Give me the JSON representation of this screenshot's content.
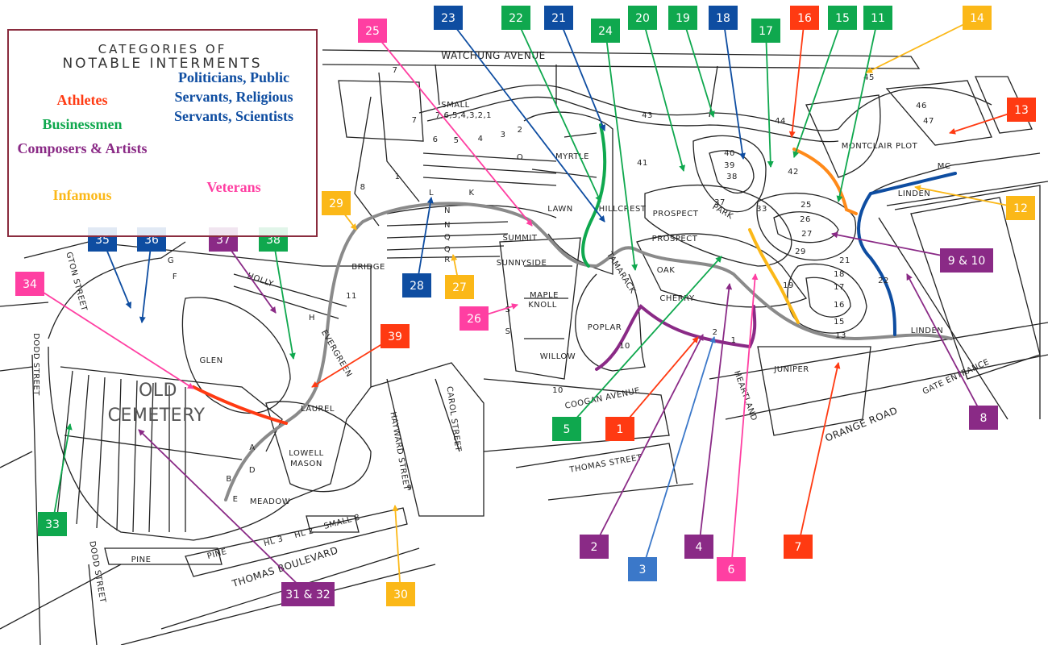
{
  "legend": {
    "title_line1": "Categories of",
    "title_line2": "Notable Interments",
    "categories": [
      {
        "key": "athletes",
        "label": "Athletes",
        "color": "#ff3a12"
      },
      {
        "key": "businessmen",
        "label": "Businessmen",
        "color": "#0fa84e"
      },
      {
        "key": "composers",
        "label": "Composers & Artists",
        "color": "#8a2a86"
      },
      {
        "key": "infamous",
        "label": "Infamous",
        "color": "#fbb818"
      },
      {
        "key": "politicians",
        "label": "Politicians, Public Servants, Religious Servants, Scientists",
        "color": "#0e4da1"
      },
      {
        "key": "veterans",
        "label": "Veterans",
        "color": "#ff3fa2"
      }
    ]
  },
  "markers": [
    {
      "label": "1",
      "category": "athletes"
    },
    {
      "label": "2",
      "category": "composers"
    },
    {
      "label": "3",
      "category": "politicians",
      "color": "#3b78c9"
    },
    {
      "label": "4",
      "category": "composers"
    },
    {
      "label": "5",
      "category": "businessmen"
    },
    {
      "label": "6",
      "category": "veterans"
    },
    {
      "label": "7",
      "category": "athletes"
    },
    {
      "label": "8",
      "category": "composers"
    },
    {
      "label": "9 & 10",
      "category": "composers"
    },
    {
      "label": "11",
      "category": "businessmen"
    },
    {
      "label": "12",
      "category": "infamous"
    },
    {
      "label": "13",
      "category": "athletes"
    },
    {
      "label": "14",
      "category": "infamous"
    },
    {
      "label": "15",
      "category": "businessmen"
    },
    {
      "label": "16",
      "category": "athletes"
    },
    {
      "label": "17",
      "category": "businessmen"
    },
    {
      "label": "18",
      "category": "politicians"
    },
    {
      "label": "19",
      "category": "businessmen"
    },
    {
      "label": "20",
      "category": "businessmen"
    },
    {
      "label": "21",
      "category": "politicians"
    },
    {
      "label": "22",
      "category": "businessmen"
    },
    {
      "label": "23",
      "category": "politicians"
    },
    {
      "label": "24",
      "category": "businessmen"
    },
    {
      "label": "25",
      "category": "veterans"
    },
    {
      "label": "26",
      "category": "veterans"
    },
    {
      "label": "27",
      "category": "infamous"
    },
    {
      "label": "28",
      "category": "politicians"
    },
    {
      "label": "29",
      "category": "infamous"
    },
    {
      "label": "30",
      "category": "infamous"
    },
    {
      "label": "31 & 32",
      "category": "composers"
    },
    {
      "label": "33",
      "category": "businessmen"
    },
    {
      "label": "34",
      "category": "veterans"
    },
    {
      "label": "35",
      "category": "politicians"
    },
    {
      "label": "36",
      "category": "politicians"
    },
    {
      "label": "37",
      "category": "composers"
    },
    {
      "label": "38",
      "category": "businessmen"
    },
    {
      "label": "39",
      "category": "athletes"
    }
  ],
  "map_labels": [
    "WATCHUNG AVENUE",
    "SMALL",
    "7,6,5,4,3,2,1",
    "7",
    "7",
    "6",
    "5",
    "4",
    "3",
    "2",
    "1",
    "8",
    "L",
    "K",
    "N",
    "N",
    "Q",
    "Q",
    "R",
    "O",
    "MYRTLE",
    "LAWN",
    "HILLCREST",
    "SUMMIT",
    "SUNNYSIDE",
    "MAPLE",
    "KNOLL",
    "POPLAR",
    "WILLOW",
    "TAMARACK",
    "OAK",
    "CHERRY",
    "PROSPECT",
    "PROSPECT",
    "PARK",
    "43",
    "41",
    "44",
    "42",
    "40",
    "39",
    "38",
    "37",
    "33",
    "25",
    "26",
    "27",
    "29",
    "21",
    "18",
    "17",
    "16",
    "15",
    "13",
    "19",
    "22",
    "45",
    "46",
    "47",
    "MONTCLAIR PLOT",
    "MC",
    "LINDEN",
    "LINDEN",
    "JUNIPER",
    "ORANGE ROAD",
    "COOGAN AVENUE",
    "THOMAS STREET",
    "CAROL STREET",
    "HAYWARD STREET",
    "EVERGREEN",
    "LAUREL",
    "LOWELL",
    "MASON",
    "MEADOW",
    "GLEN",
    "HOLLY",
    "G",
    "F",
    "H",
    "A",
    "B",
    "D",
    "E",
    "11",
    "9",
    "10",
    "10",
    "S",
    "S",
    "SMALL 8",
    "HL 2",
    "HL 3",
    "PINE",
    "PINE",
    "THOMAS BOULEVARD",
    "DODD STREET",
    "DODD STREET",
    "OLD",
    "CEMETERY",
    "BRIDGE",
    "GTON STREET",
    "GATE ENTRANCE",
    "HEARTLAND",
    "1",
    "2"
  ]
}
